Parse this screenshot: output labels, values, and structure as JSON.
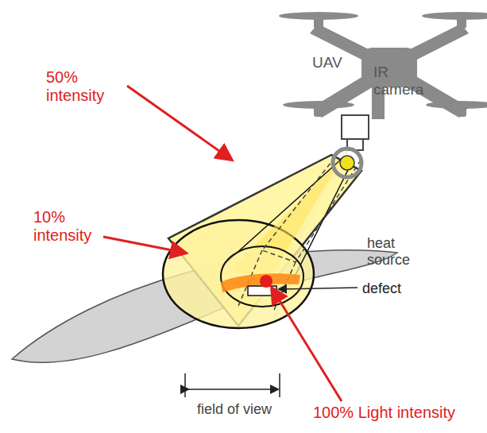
{
  "diagram": {
    "labels": [
      "UAV",
      "IR camera",
      "50% intensity",
      "10% intensity",
      "heat source",
      "defect",
      "field of view",
      "100% Light intensity"
    ]
  }
}
